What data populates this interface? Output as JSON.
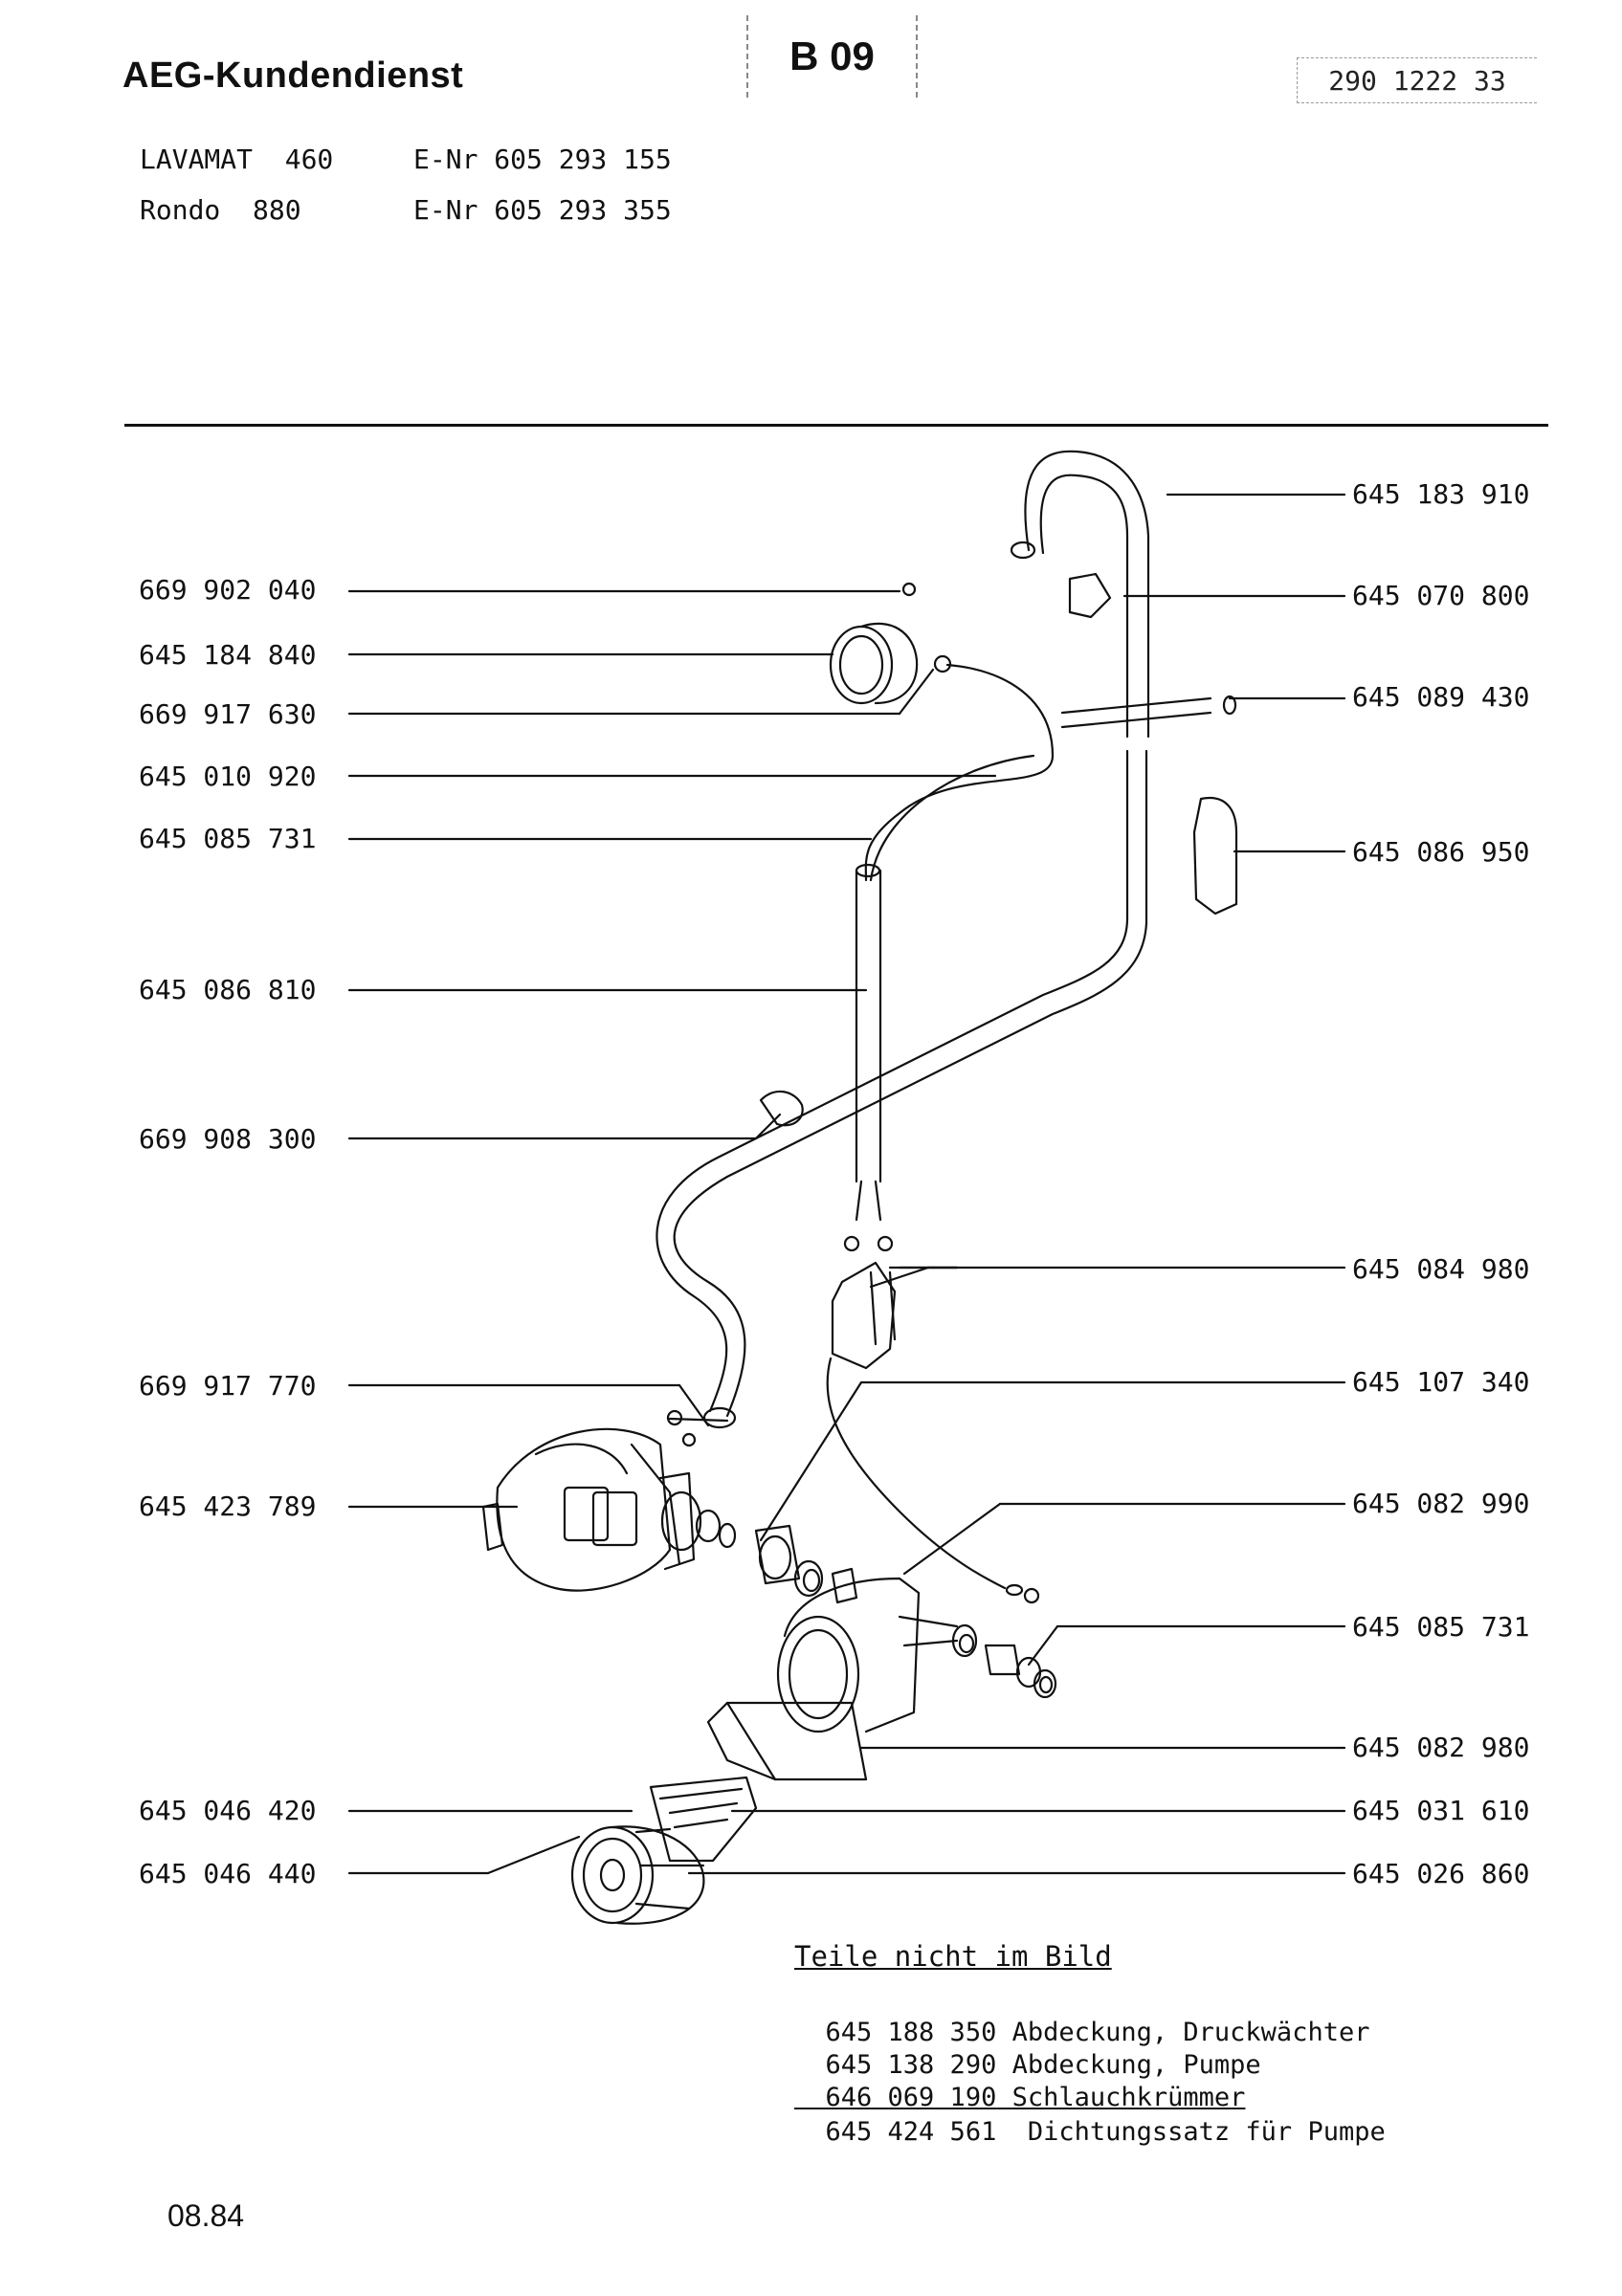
{
  "header": {
    "brand": "AEG-Kundendienst",
    "section_code": "B 09",
    "document_number": "290 1222 33"
  },
  "models": [
    {
      "name": "LAVAMAT  460",
      "enr": "E-Nr 605 293 155"
    },
    {
      "name": "Rondo  880",
      "enr": "E-Nr 605 293 355"
    }
  ],
  "callouts_left": [
    "669 902 040",
    "645 184 840",
    "669 917 630",
    "645 010 920",
    "645 085 731",
    "645 086 810",
    "669 908 300",
    "669 917 770",
    "645 423 789",
    "645 046 420",
    "645 046 440"
  ],
  "callouts_right": [
    "645 183 910",
    "645 070 800",
    "645 089 430",
    "645 086 950",
    "645 084 980",
    "645 107 340",
    "645 082 990",
    "645 085 731",
    "645 082 980",
    "645 031 610",
    "645 026 860"
  ],
  "not_in_picture": {
    "title": "Teile nicht im Bild",
    "items": [
      {
        "number": "645 188 350",
        "description": "Abdeckung, Druckwächter"
      },
      {
        "number": "645 138 290",
        "description": "Abdeckung, Pumpe"
      },
      {
        "number": "646 069 190",
        "description": "Schlauchkrümmer"
      },
      {
        "number": "645 424 561",
        "description": "Dichtungssatz für Pumpe"
      }
    ]
  },
  "footer": {
    "date": "08.84"
  }
}
